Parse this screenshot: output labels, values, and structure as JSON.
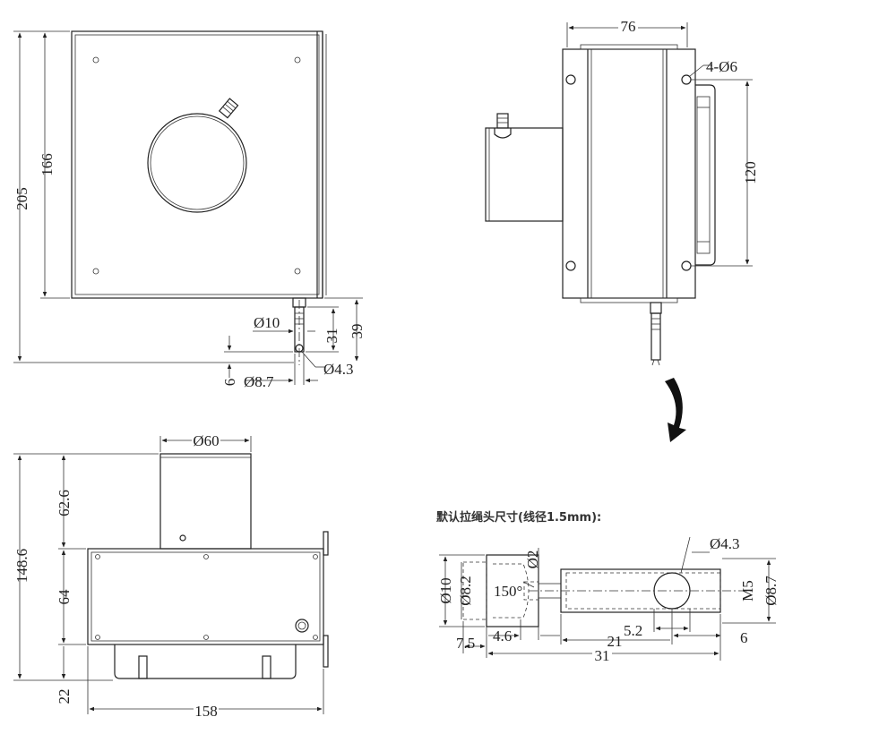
{
  "top_left_view": {
    "dims": {
      "h205": "205",
      "h166": "166",
      "d10": "Ø10",
      "h31": "31",
      "h39": "39",
      "h6": "6",
      "d8_7": "Ø8.7",
      "d4_3": "Ø4.3"
    }
  },
  "top_right_view": {
    "dims": {
      "w76": "76",
      "holes": "4-Ø6",
      "h120": "120"
    }
  },
  "bottom_left_view": {
    "dims": {
      "d60": "Ø60",
      "h148_6": "148.6",
      "h62_6": "62.6",
      "h64": "64",
      "h22": "22",
      "w158": "158"
    }
  },
  "rope_head": {
    "caption": "默认拉绳头尺寸(线径1.5mm):",
    "dims": {
      "d4_3": "Ø4.3",
      "d2": "Ø2",
      "d10": "Ø10",
      "d8_2": "Ø8.2",
      "a150": "150°",
      "m5": "M5",
      "d8_7": "Ø8.7",
      "l5_2": "5.2",
      "l7_5": "7.5",
      "l4_6": "4.6",
      "l21": "21",
      "l6": "6",
      "l31": "31"
    }
  }
}
